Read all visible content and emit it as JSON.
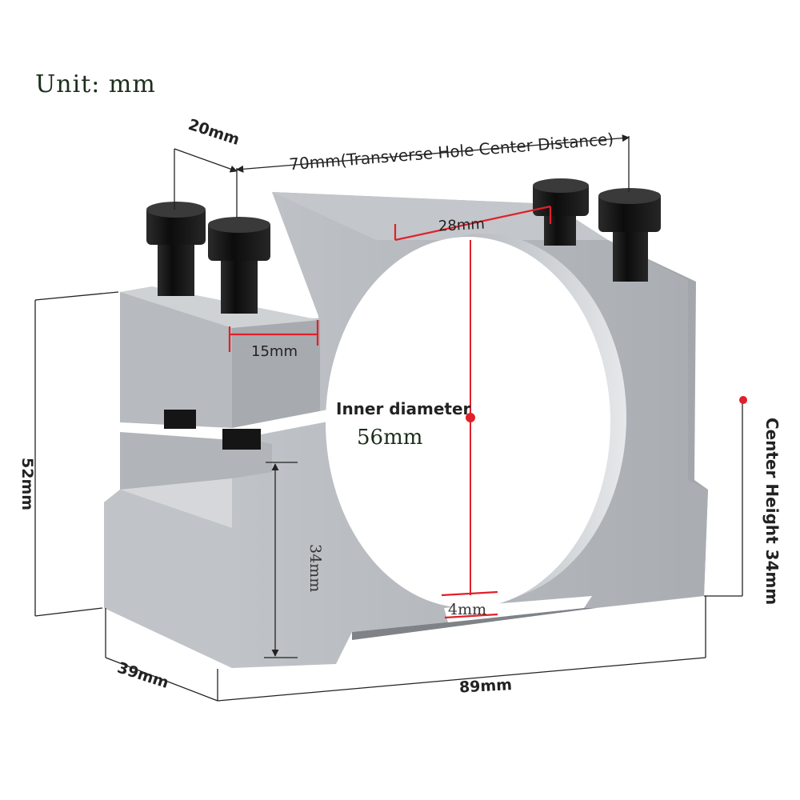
{
  "unit_label": "Unit: mm",
  "dimensions": {
    "depth_top": "20mm",
    "hole_center_distance": "70mm(Transverse Hole Center Distance)",
    "top_width": "28mm",
    "flange_width": "15mm",
    "inner_diameter_label": "Inner diameter",
    "inner_diameter_value": "56mm",
    "total_height": "52mm",
    "lower_height": "34mm",
    "bottom_gap": "4mm",
    "center_height": "Center Height 34mm",
    "base_depth": "39mm",
    "total_width": "89mm"
  },
  "colors": {
    "body": "#b4b8bc",
    "body_light": "#c9ccd0",
    "body_dark": "#8d9196",
    "bolt": "#151515",
    "accent": "#e0202a",
    "dim_line": "#222222"
  }
}
